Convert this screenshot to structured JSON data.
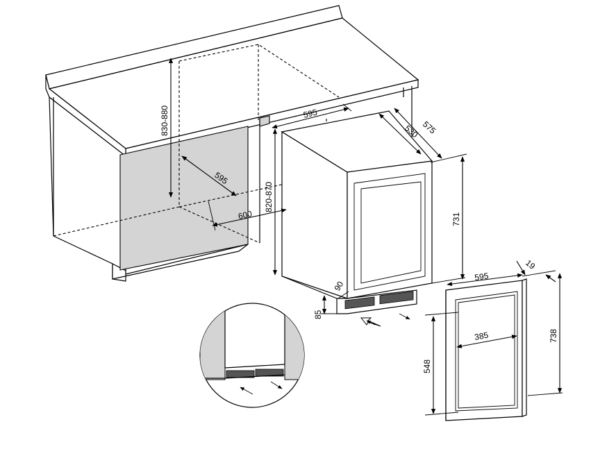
{
  "diagram": {
    "dimensions": {
      "niche_height": "830-880",
      "niche_depth": "595",
      "niche_width": "600",
      "appliance_width": "595",
      "appliance_depth": "530",
      "appliance_depth_total": "575",
      "appliance_height": "820-870",
      "door_height": "731",
      "plinth_height": "85",
      "door_angle": "90",
      "panel_width": "595",
      "panel_thickness": "19",
      "panel_height": "738",
      "window_width": "385",
      "window_height": "548"
    }
  }
}
